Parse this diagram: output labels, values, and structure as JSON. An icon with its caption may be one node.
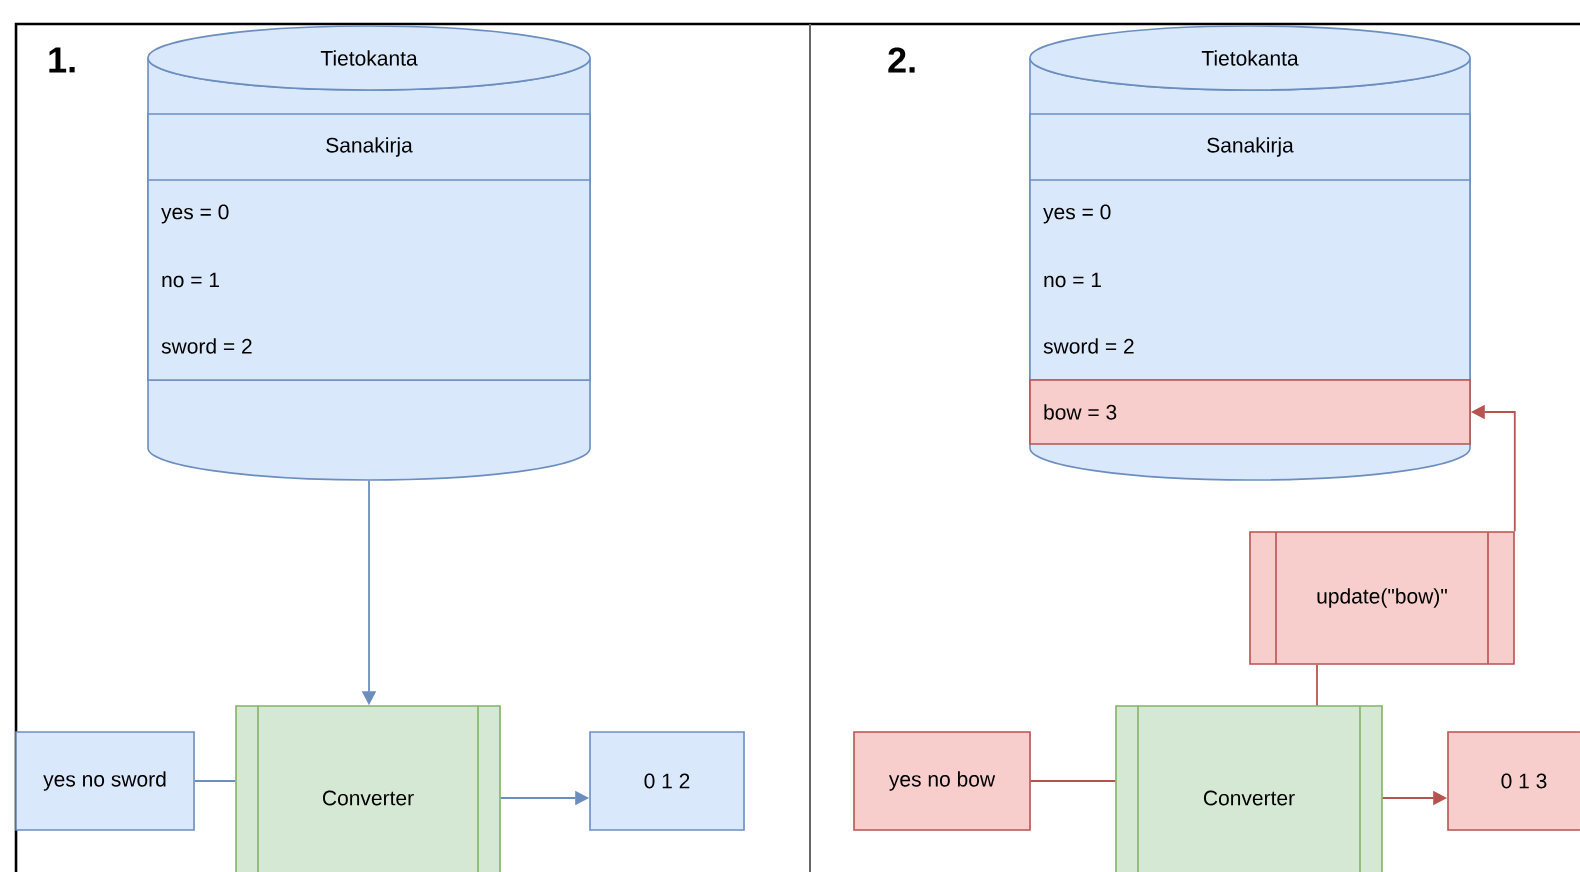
{
  "diagram": {
    "nodes": [
      {
        "text": [
          "Tietokanta"
        ]
      },
      {
        "text": [
          "Sanakirja",
          "yes = 0",
          "no = 1",
          "sword = 2"
        ],
        "in": 0
      },
      {
        "text": [
          "yes no sword"
        ]
      },
      {
        "text": [
          "Converter"
        ]
      },
      {
        "text": [
          "0 1 2"
        ]
      },
      {
        "text": [
          "Tietokanta"
        ]
      },
      {
        "text": [
          "Sanakirja",
          "yes = 0",
          "no = 1",
          "sword = 2"
        ],
        "in": 5
      },
      {
        "text": [
          "bow = 3"
        ],
        "in": 5
      },
      {
        "text": [
          "update(\"bow)\""
        ]
      },
      {
        "text": [
          "yes no bow"
        ]
      },
      {
        "text": [
          "Converter"
        ]
      },
      {
        "text": [
          "0 1 3"
        ]
      }
    ],
    "edges": [
      {
        "from": 0,
        "to": 3,
        "arrow": "to",
        "color": "#6c8ebf"
      },
      {
        "from": 2,
        "to": 3,
        "arrow": "none",
        "color": "#6c8ebf"
      },
      {
        "from": 3,
        "to": 4,
        "arrow": "to",
        "color": "#6c8ebf"
      },
      {
        "from": 8,
        "to": 7,
        "arrow": "to",
        "color": "#b85450"
      },
      {
        "from": 10,
        "to": 8,
        "arrow": "none",
        "color": "#b85450"
      },
      {
        "from": 9,
        "to": 10,
        "arrow": "none",
        "color": "#b85450"
      },
      {
        "from": 10,
        "to": 11,
        "arrow": "to",
        "color": "#b85450"
      }
    ],
    "labels": [
      "1.",
      "2."
    ]
  }
}
